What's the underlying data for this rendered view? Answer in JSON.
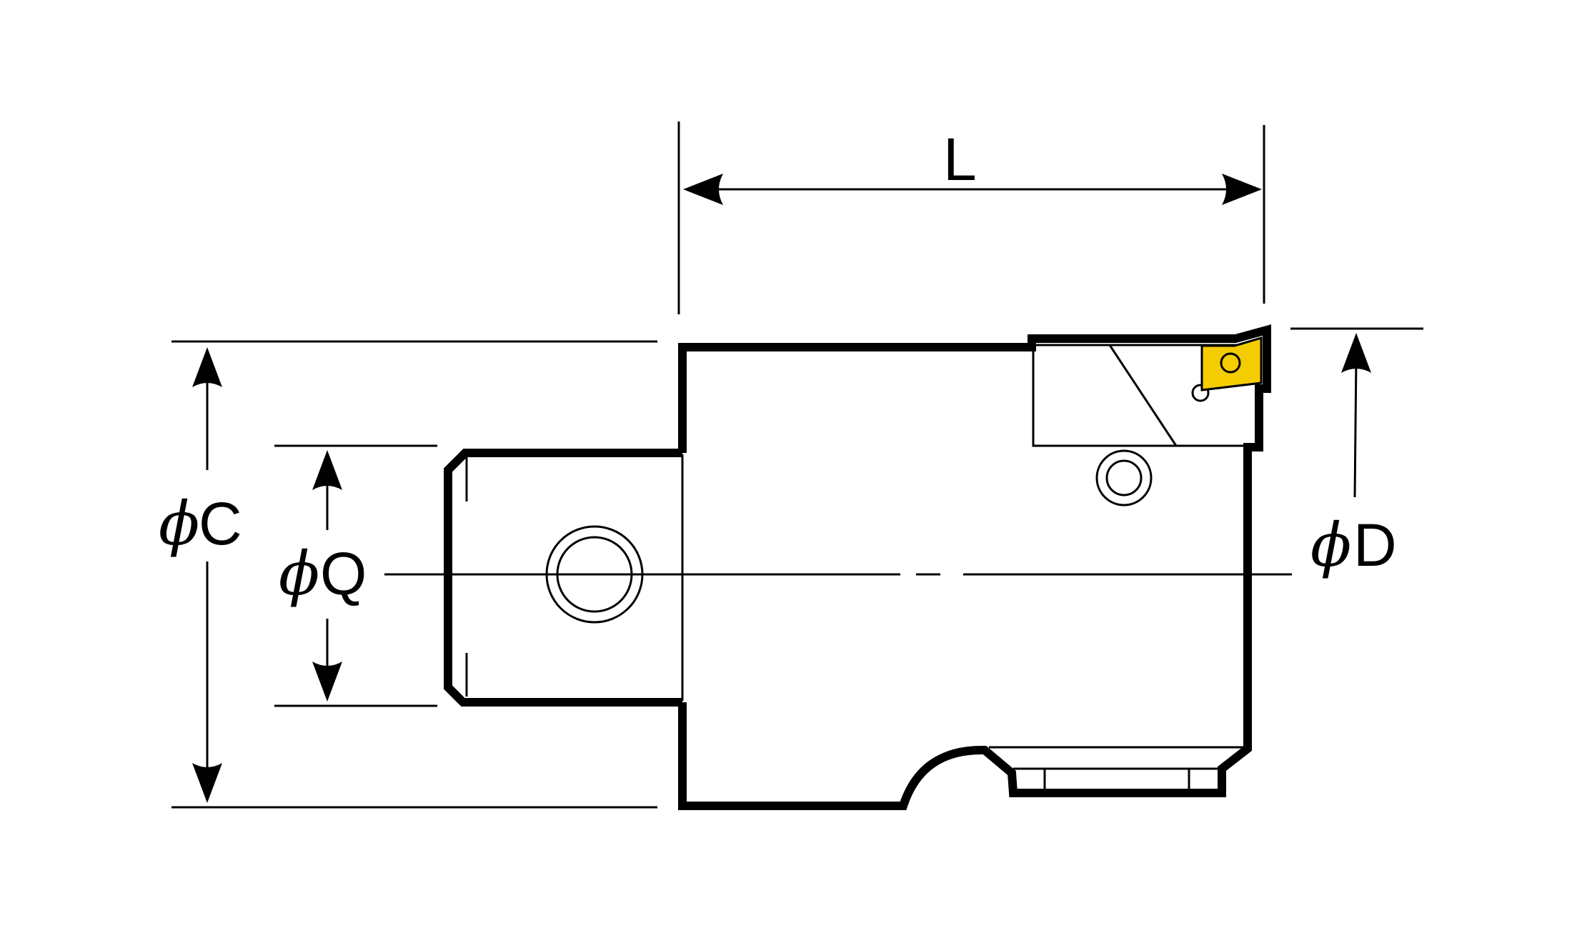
{
  "labels": {
    "length": "L",
    "cutting_diameter_symbol": "ϕ",
    "cutting_diameter": "D",
    "body_diameter_symbol": "ϕ",
    "body_diameter": "C",
    "shank_diameter_symbol": "ϕ",
    "shank_diameter": "Q"
  },
  "colors": {
    "line": "#000000",
    "insert": "#F5CC00",
    "background": "#FFFFFF"
  }
}
